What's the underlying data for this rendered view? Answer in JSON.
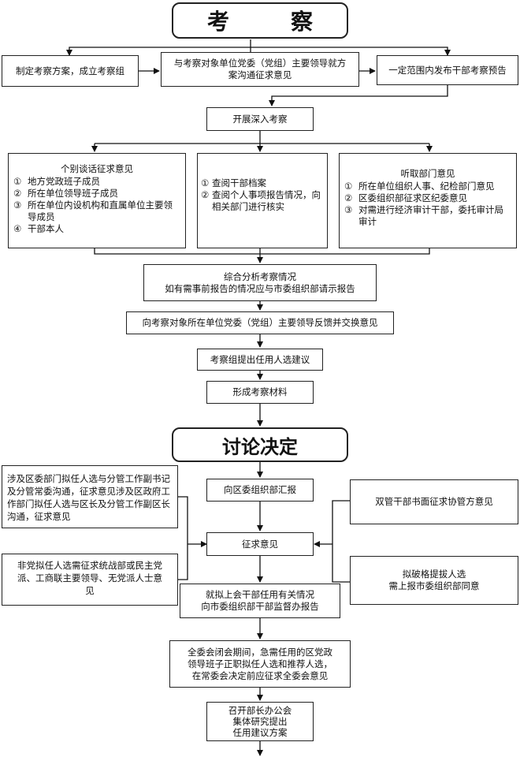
{
  "headers": {
    "inspection": "考        察",
    "decision": "讨论决定"
  },
  "step1": {
    "plan": "制定考察方案，成立考察组",
    "communicate": "与考察对象单位党委（党组）主要领导就方案沟通征求意见",
    "notice": "一定范围内发布干部考察预告"
  },
  "in_depth": "开展深入考察",
  "col_left": {
    "title": "个别谈话征求意见",
    "items": [
      {
        "num": "①",
        "text": "地方党政班子成员"
      },
      {
        "num": "②",
        "text": "所在单位领导班子成员"
      },
      {
        "num": "③",
        "text": "所在单位内设机构和直属单位主要领导成员"
      },
      {
        "num": "④",
        "text": "干部本人"
      }
    ]
  },
  "col_mid": {
    "items": [
      {
        "num": "①",
        "text": "查阅干部档案"
      },
      {
        "num": "②",
        "text": "查阅个人事项报告情况，向相关部门进行核实"
      }
    ]
  },
  "col_right": {
    "title": "听取部门意见",
    "items": [
      {
        "num": "①",
        "text": "所在单位组织人事、纪检部门意见"
      },
      {
        "num": "②",
        "text": "区委组织部征求区纪委意见"
      },
      {
        "num": "③",
        "text": "对需进行经济审计干部，委托审计局审计"
      }
    ]
  },
  "analysis": {
    "line1": "综合分析考察情况",
    "line2": "如有需事前报告的情况应与市委组织部请示报告"
  },
  "feedback": "向考察对象所在单位党委（党组）主要领导反馈并交换意见",
  "proposal": "考察组提出任用人选建议",
  "materials": "形成考察材料",
  "report_org": "向区委组织部汇报",
  "left_top": "涉及区委部门拟任人选与分管工作副书记及分管常委沟通，征求意见涉及区政府工作部门拟任人选与区长及分管工作副区长沟通，征求意见",
  "right_top": "双管干部书面征求协管方意见",
  "solicit": "征求意见",
  "left_bottom": "非党拟任人选需征求统战部或民主党派、工商联主要领导、无党派人士意见",
  "right_bottom": {
    "line1": "拟破格提拔人选",
    "line2": "需上报市委组织部同意"
  },
  "supervise": {
    "line1": "就拟上会干部任用有关情况",
    "line2": "向市委组织部干部监督办报告"
  },
  "recess": {
    "line1": "全委会闭会期间，急需任用的区党政",
    "line2": "领导班子正职拟任人选和推荐人选，",
    "line3": "在常委会决定前应征求全委会意见"
  },
  "meeting": {
    "line1": "召开部长办公会",
    "line2": "集体研究提出",
    "line3": "任用建议方案"
  }
}
